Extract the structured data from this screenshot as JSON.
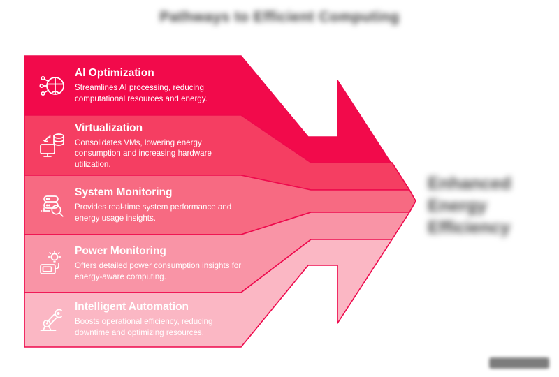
{
  "page": {
    "background": "#ffffff",
    "title": {
      "text": "Pathways to Efficient Computing",
      "blurred": true
    }
  },
  "funnel": {
    "direction": "right-arrow",
    "outline_color": "#ee0a4d",
    "text_color": "#ffffff",
    "outcome": {
      "text": "Enhanced Energy Efficiency",
      "blurred": true
    },
    "bands": [
      {
        "label": "AI Optimization",
        "description": "Streamlines AI processing, reducing computational resources and energy.",
        "icon": "ai-optimization-icon",
        "color": "#f20a4b"
      },
      {
        "label": "Virtualization",
        "description": "Consolidates VMs, lowering energy consumption and increasing hardware utilization.",
        "icon": "virtualization-icon",
        "color": "#f53e62"
      },
      {
        "label": "System Monitoring",
        "description": "Provides real-time system performance and energy usage insights.",
        "icon": "system-monitoring-icon",
        "color": "#f76a82"
      },
      {
        "label": "Power Monitoring",
        "description": "Offers detailed power consumption insights for energy-aware computing.",
        "icon": "power-monitoring-icon",
        "color": "#f994a6"
      },
      {
        "label": "Intelligent Automation",
        "description": "Boosts operational efficiency, reducing downtime and optimizing resources.",
        "icon": "intelligent-automation-icon",
        "color": "#fbb7c4"
      }
    ]
  },
  "watermark": {
    "present": true,
    "legible": false
  }
}
